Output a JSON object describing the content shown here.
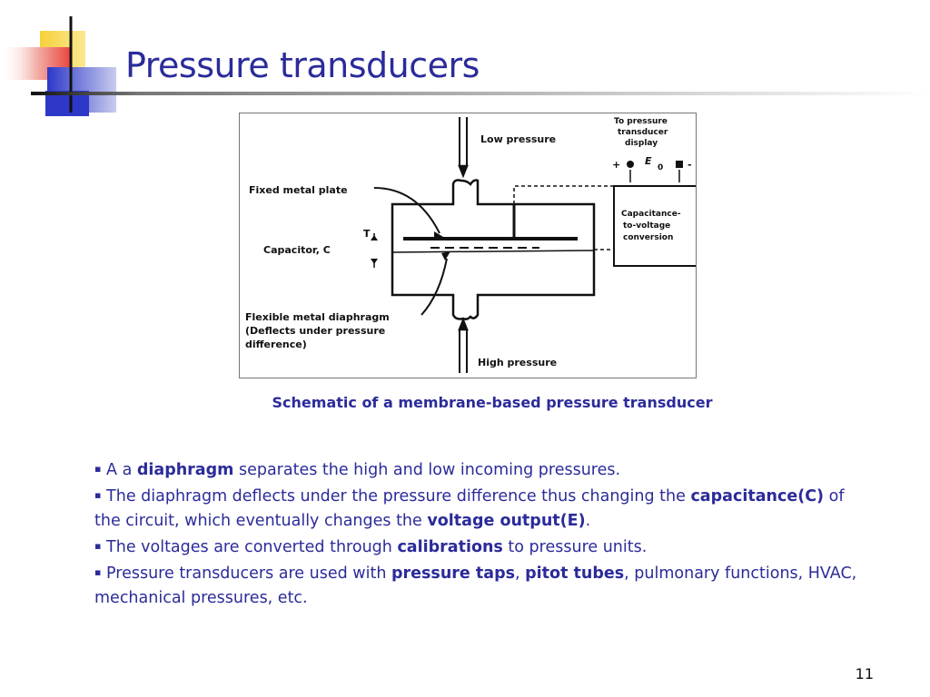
{
  "slide": {
    "title": "Pressure transducers",
    "caption": "Schematic of a membrane-based pressure transducer",
    "page_number": "11"
  },
  "diagram": {
    "low_pressure": "Low pressure",
    "high_pressure": "High pressure",
    "fixed_plate": "Fixed metal plate",
    "capacitor": "Capacitor, C",
    "gap_symbol": "T",
    "flexible_diaphragm": [
      "Flexible metal diaphragm",
      "(Deflects under pressure",
      "difference)"
    ],
    "display": [
      "To pressure",
      "transducer",
      "display"
    ],
    "plus": "+",
    "minus": "-",
    "voltage_symbol": "E",
    "voltage_subscript": "0",
    "converter": [
      "Capacitance-",
      "to-voltage",
      "conversion"
    ]
  },
  "bullets": [
    [
      "▪ A a ",
      {
        "b": "diaphragm"
      },
      " separates the high and low incoming pressures."
    ],
    [
      "▪ The diaphragm deflects under the pressure difference thus changing the ",
      {
        "b": "capacitance(C)"
      },
      " of the circuit, which eventually changes the ",
      {
        "b": "voltage output(E)"
      },
      "."
    ],
    [
      "▪ The voltages are converted through ",
      {
        "b": "calibrations"
      },
      " to pressure units."
    ],
    [
      "▪ Pressure transducers are used with ",
      {
        "b": "pressure taps"
      },
      ", ",
      {
        "b": "pitot tubes"
      },
      ", pulmonary functions, HVAC, mechanical pressures, etc."
    ]
  ],
  "colors": {
    "title": "#2b2b9a",
    "text": "#2b2b9a",
    "accent_red": "#e8453c",
    "accent_yellow": "#f6d13a",
    "accent_blue": "#2d38c8"
  }
}
